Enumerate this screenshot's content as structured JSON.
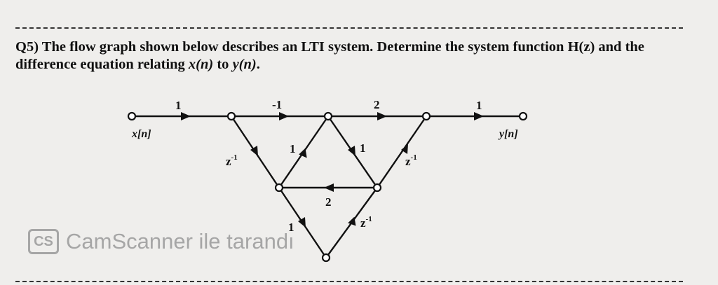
{
  "question": {
    "number": "Q5)",
    "text_part1": "The flow graph shown below describes an LTI system. Determine the system function H(z) and the difference equation relating ",
    "x_var": "x(n)",
    "to_word": " to ",
    "y_var": "y(n)",
    "end": "."
  },
  "flow_graph": {
    "input_label": "x[n]",
    "output_label": "y[n]",
    "gains": {
      "in_to_a": "1",
      "a_to_b": "-1",
      "b_to_c": "2",
      "c_to_out": "1",
      "a_to_d": "z",
      "d_to_b": "1",
      "b_to_e": "1",
      "c_to_e": "z",
      "e_to_d": "2",
      "d_to_f": "1",
      "e_to_f": "z"
    },
    "delay_exponent": "-1"
  },
  "watermark": {
    "logo": "CS",
    "text": "CamScanner  ile tarandı"
  }
}
